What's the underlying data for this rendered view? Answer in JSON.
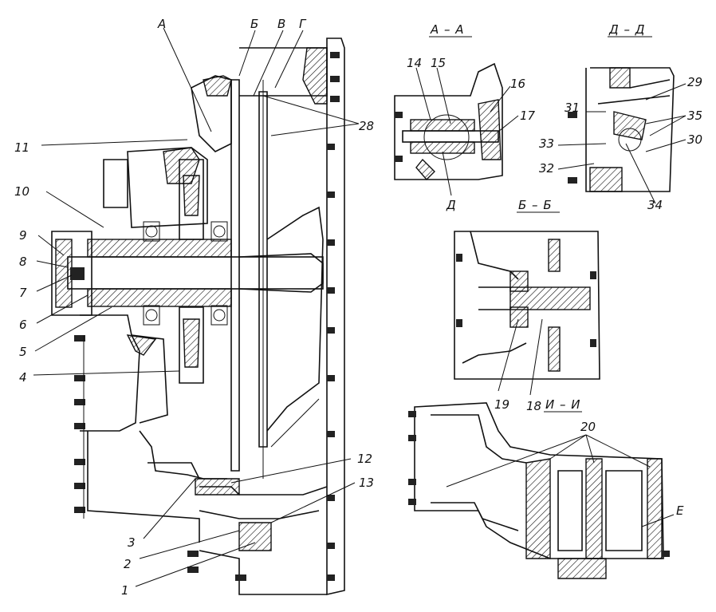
{
  "views": {
    "main": {
      "callouts": [
        "1",
        "2",
        "3",
        "4",
        "5",
        "6",
        "7",
        "8",
        "9",
        "10",
        "11",
        "12",
        "13",
        "28"
      ],
      "section_marks": [
        "А",
        "Б",
        "В",
        "Г"
      ]
    },
    "section_aa": {
      "title": "А – А",
      "callouts": [
        "14",
        "15",
        "16",
        "17"
      ],
      "marks": [
        "Д"
      ]
    },
    "section_dd": {
      "title": "Д – Д",
      "callouts": [
        "29",
        "30",
        "31",
        "32",
        "33",
        "34",
        "35"
      ]
    },
    "section_bb": {
      "title": "Б – Б",
      "callouts": [
        "18",
        "19"
      ]
    },
    "section_ii": {
      "title": "И – И",
      "callouts": [
        "20"
      ],
      "marks": [
        "Е"
      ]
    }
  }
}
